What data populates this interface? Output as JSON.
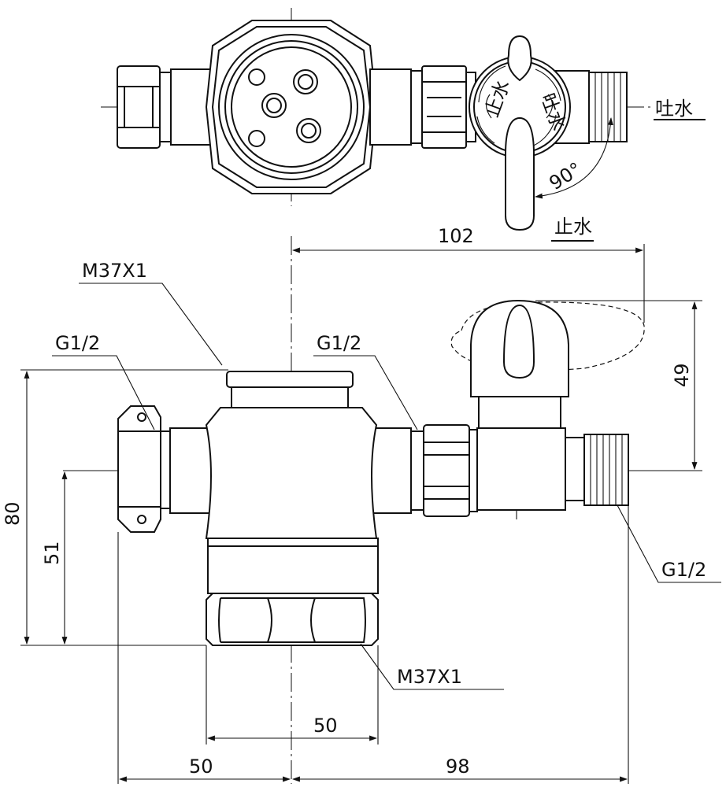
{
  "top_view": {
    "outlet_label": "吐水",
    "shutoff_label": "止水",
    "angle_label": "90°",
    "handle_open_mark": "止水",
    "handle_close_mark": "吐水"
  },
  "front_view": {
    "dim_top_102": "102",
    "dim_49": "49",
    "dim_80": "80",
    "dim_51": "51",
    "dim_50_inner": "50",
    "dim_50_left": "50",
    "dim_98": "98",
    "thread_top": "M37X1",
    "thread_bottom": "M37X1",
    "thread_left": "G1/2",
    "thread_mid": "G1/2",
    "thread_right": "G1/2"
  }
}
